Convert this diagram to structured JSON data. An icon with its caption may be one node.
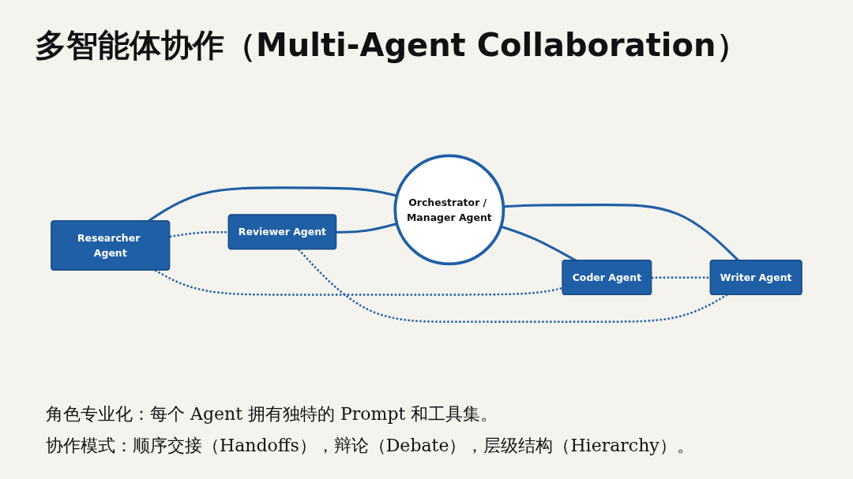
{
  "diagram": {
    "title": "多智能体协作（Multi-Agent Collaboration）",
    "nodes": [
      {
        "text": [
          "Researcher Agent"
        ]
      },
      {
        "text": [
          "Coder Agent"
        ]
      },
      {
        "text": [
          "Orchestrator / Manager Agent"
        ]
      },
      {
        "text": [
          "Reviewer Agent"
        ]
      },
      {
        "text": [
          "Writer Agent"
        ]
      }
    ],
    "edges": [
      {
        "from": 0,
        "to": 2,
        "arrow": "none"
      },
      {
        "from": 2,
        "to": 1,
        "arrow": "none"
      },
      {
        "from": 3,
        "to": 2,
        "arrow": "none"
      },
      {
        "from": 2,
        "to": 4,
        "arrow": "none"
      },
      {
        "from": 0,
        "to": 1,
        "arrow": "none",
        "style": "dashed"
      },
      {
        "from": 0,
        "to": 3,
        "arrow": "none",
        "style": "dashed"
      },
      {
        "from": 1,
        "to": 4,
        "arrow": "none",
        "style": "dashed"
      },
      {
        "from": 3,
        "to": 4,
        "arrow": "none",
        "style": "dashed"
      }
    ],
    "labels": [
      "角色专业化：每个 Agent 拥有独特的 Prompt 和工具集。",
      "协作模式：顺序交接（Handoffs），辩论（Debate），层级结构（Hierarchy）。"
    ]
  }
}
